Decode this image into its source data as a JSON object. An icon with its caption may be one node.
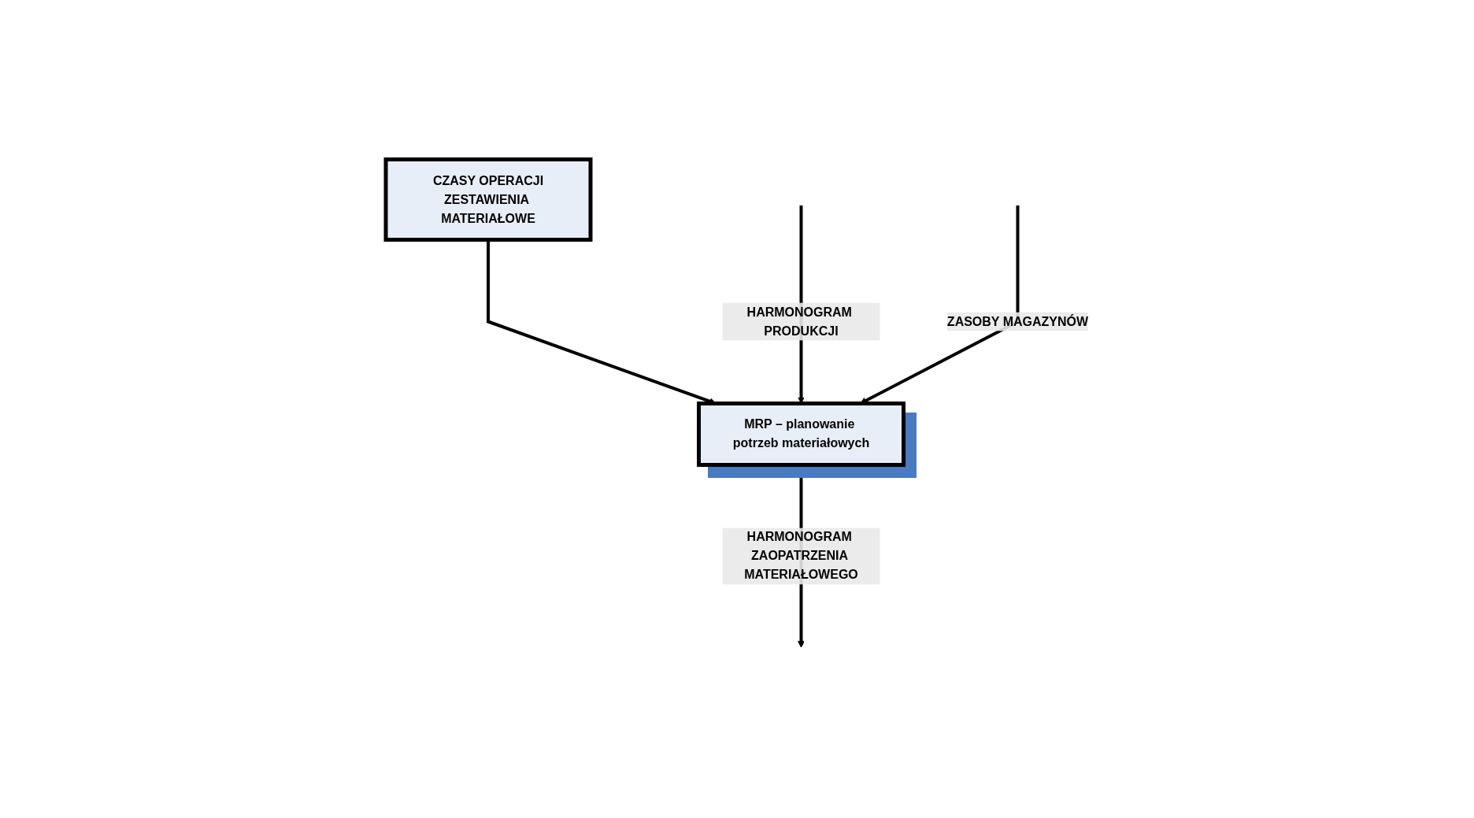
{
  "diagram": {
    "nodes": [
      {
        "text": [
          "CZASY OPERACJI",
          "ZESTAWIENIA MATERIAŁOWE"
        ]
      },
      {
        "text": [
          "MRP – planowanie potrzeb materiałowych"
        ]
      }
    ],
    "edges": [
      {
        "from": 0,
        "to": 1,
        "arrow": "to"
      },
      {
        "from": null,
        "to": 1,
        "arrow": "to",
        "label": "HARMONOGRAM PRODUKCJI"
      },
      {
        "from": null,
        "to": 1,
        "arrow": "to",
        "label": "ZASOBY MAGAZYNÓW"
      },
      {
        "from": 1,
        "to": null,
        "arrow": "to",
        "label": "HARMONOGRAM ZAOPATRZENIA MATERIAŁOWEGO"
      }
    ]
  }
}
